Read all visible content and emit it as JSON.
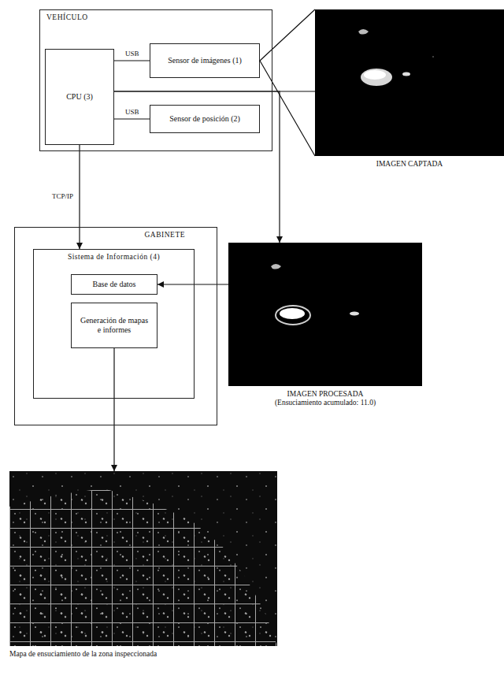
{
  "diagram": {
    "nodes": [
      {
        "text": [
          "VEHÍCULO"
        ]
      },
      {
        "text": [
          "CPU (3)"
        ],
        "in": 0
      },
      {
        "text": [
          "Sensor de imágenes (1)"
        ],
        "in": 0
      },
      {
        "text": [
          "Sensor de posición (2)"
        ],
        "in": 0
      },
      {
        "text": [
          "IMAGEN CAPTADA"
        ]
      },
      {
        "text": [
          "GABINETE"
        ]
      },
      {
        "text": [
          "Sistema de Información (4)"
        ],
        "in": 5
      },
      {
        "text": [
          "Base de datos"
        ],
        "in": 6
      },
      {
        "text": [
          "Generación de mapas e informes"
        ],
        "in": 6
      },
      {
        "text": [
          "IMAGEN PROCESADA",
          "(Ensuciamiento acumulado: 11.0)"
        ]
      },
      {
        "text": [
          "Mapa de ensuciamiento de la zona inspeccionada"
        ]
      }
    ],
    "edges": [
      {
        "from": 1,
        "to": 2,
        "label": "USB",
        "arrow": "none"
      },
      {
        "from": 1,
        "to": 3,
        "label": "USB",
        "arrow": "none"
      },
      {
        "from": 1,
        "to": 6,
        "label": "TCP/IP",
        "arrow": "to"
      },
      {
        "from": 2,
        "to": 4,
        "arrow": "none"
      },
      {
        "from": 1,
        "to": 4,
        "arrow": "none"
      },
      {
        "from": 1,
        "to": 9,
        "arrow": "to"
      },
      {
        "from": 9,
        "to": 7,
        "arrow": "to"
      },
      {
        "from": 8,
        "to": 10,
        "arrow": "to"
      }
    ]
  }
}
